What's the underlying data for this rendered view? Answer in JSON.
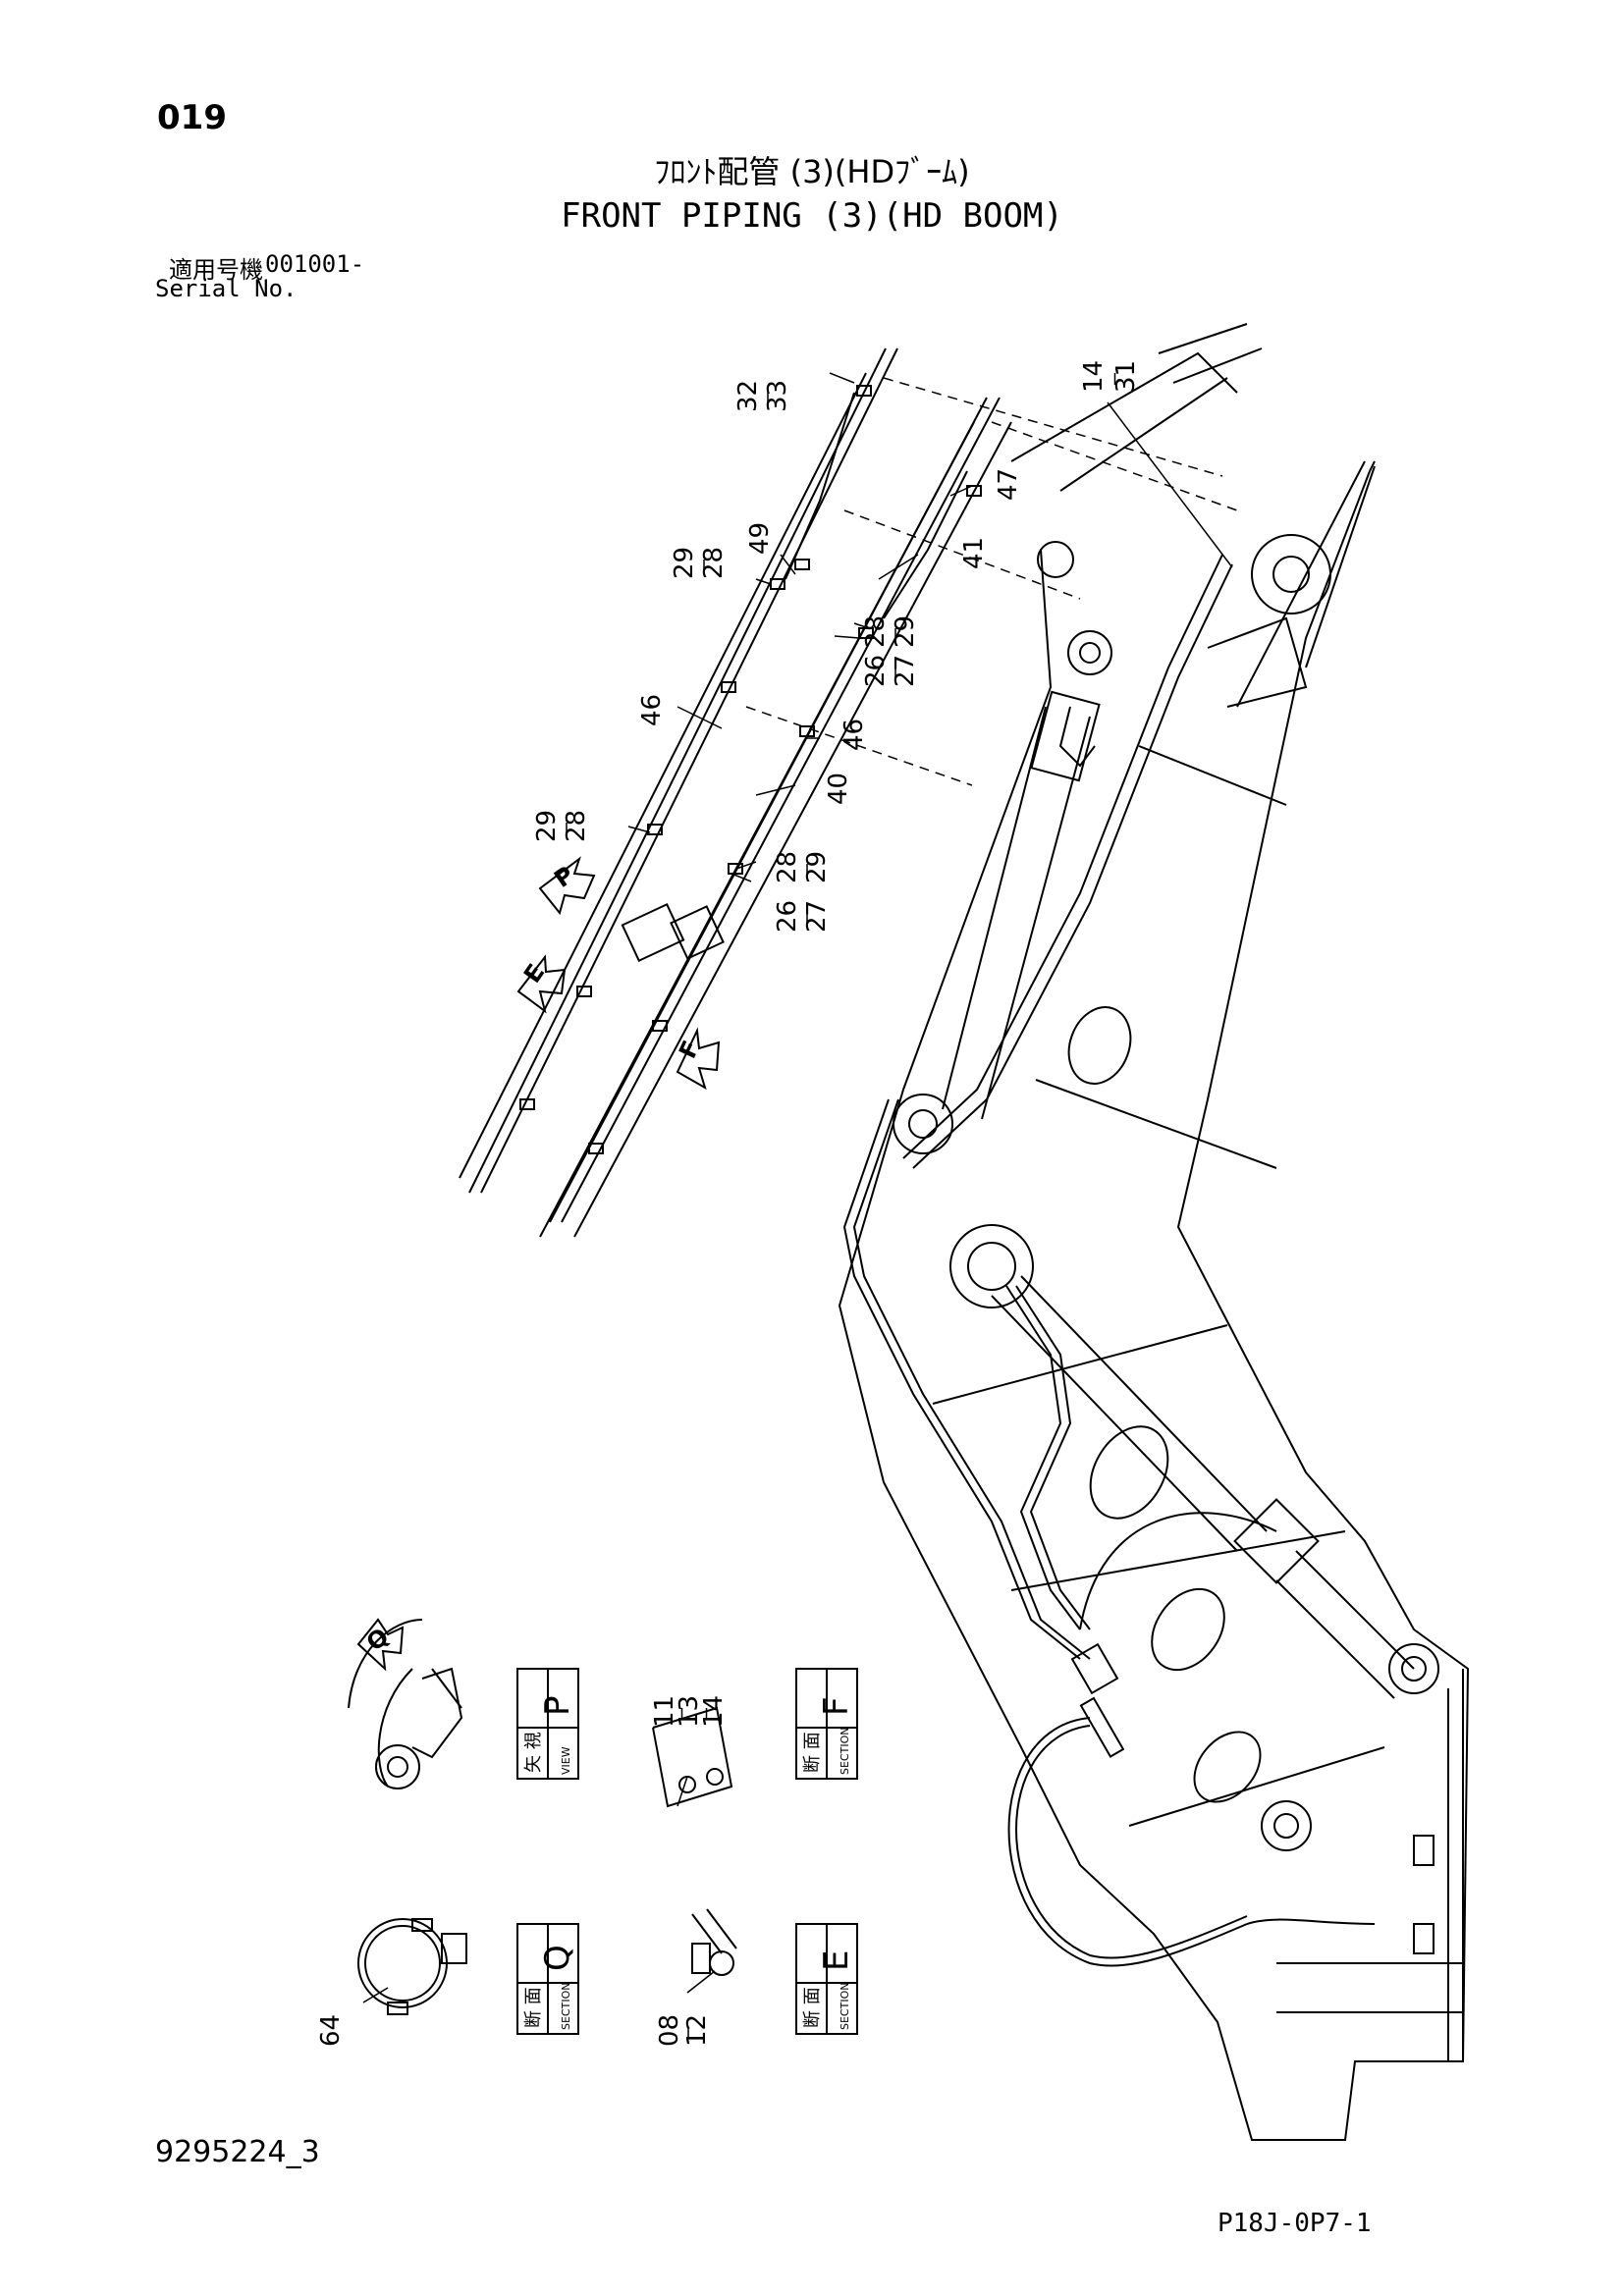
{
  "header": {
    "page_number": "019",
    "title_jp": "ﾌﾛﾝﾄ配管 (3)(HDﾌﾞｰﾑ)",
    "title_en": "FRONT PIPING (3)(HD BOOM)",
    "serial_label_jp": "適用号機",
    "serial_value": "001001-",
    "serial_label_en": "Serial No."
  },
  "callouts": [
    "32",
    "33",
    "14",
    "31",
    "47",
    "49",
    "41",
    "29",
    "28",
    "28",
    "29",
    "26",
    "27",
    "46",
    "46",
    "40",
    "29",
    "28",
    "28",
    "29",
    "26",
    "27",
    "11",
    "13",
    "14",
    "64",
    "08",
    "12"
  ],
  "view_arrows": [
    "P",
    "E",
    "F",
    "Q"
  ],
  "view_panels": [
    {
      "letter": "P",
      "jp": "矢 視",
      "en": "VIEW"
    },
    {
      "letter": "F",
      "jp": "断 面",
      "en": "SECTION"
    },
    {
      "letter": "Q",
      "jp": "断 面",
      "en": "SECTION"
    },
    {
      "letter": "E",
      "jp": "断 面",
      "en": "SECTION"
    }
  ],
  "footer": {
    "doc_number": "9295224_3",
    "drawing_code": "P18J-0P7-1"
  }
}
